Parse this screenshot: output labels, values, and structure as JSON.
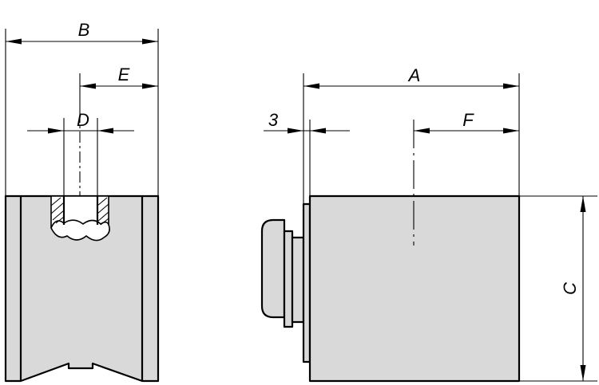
{
  "drawing": {
    "front_view": {
      "dimensions": [
        {
          "id": "B",
          "label": "B"
        },
        {
          "id": "E",
          "label": "E"
        },
        {
          "id": "D",
          "label": "D"
        }
      ]
    },
    "side_view": {
      "dimensions": [
        {
          "id": "A",
          "label": "A"
        },
        {
          "id": "3",
          "label": "3"
        },
        {
          "id": "F",
          "label": "F"
        },
        {
          "id": "C",
          "label": "C"
        }
      ]
    },
    "colors": {
      "part_fill": "#d9d9d9",
      "line": "#000000",
      "background": "#ffffff"
    }
  }
}
